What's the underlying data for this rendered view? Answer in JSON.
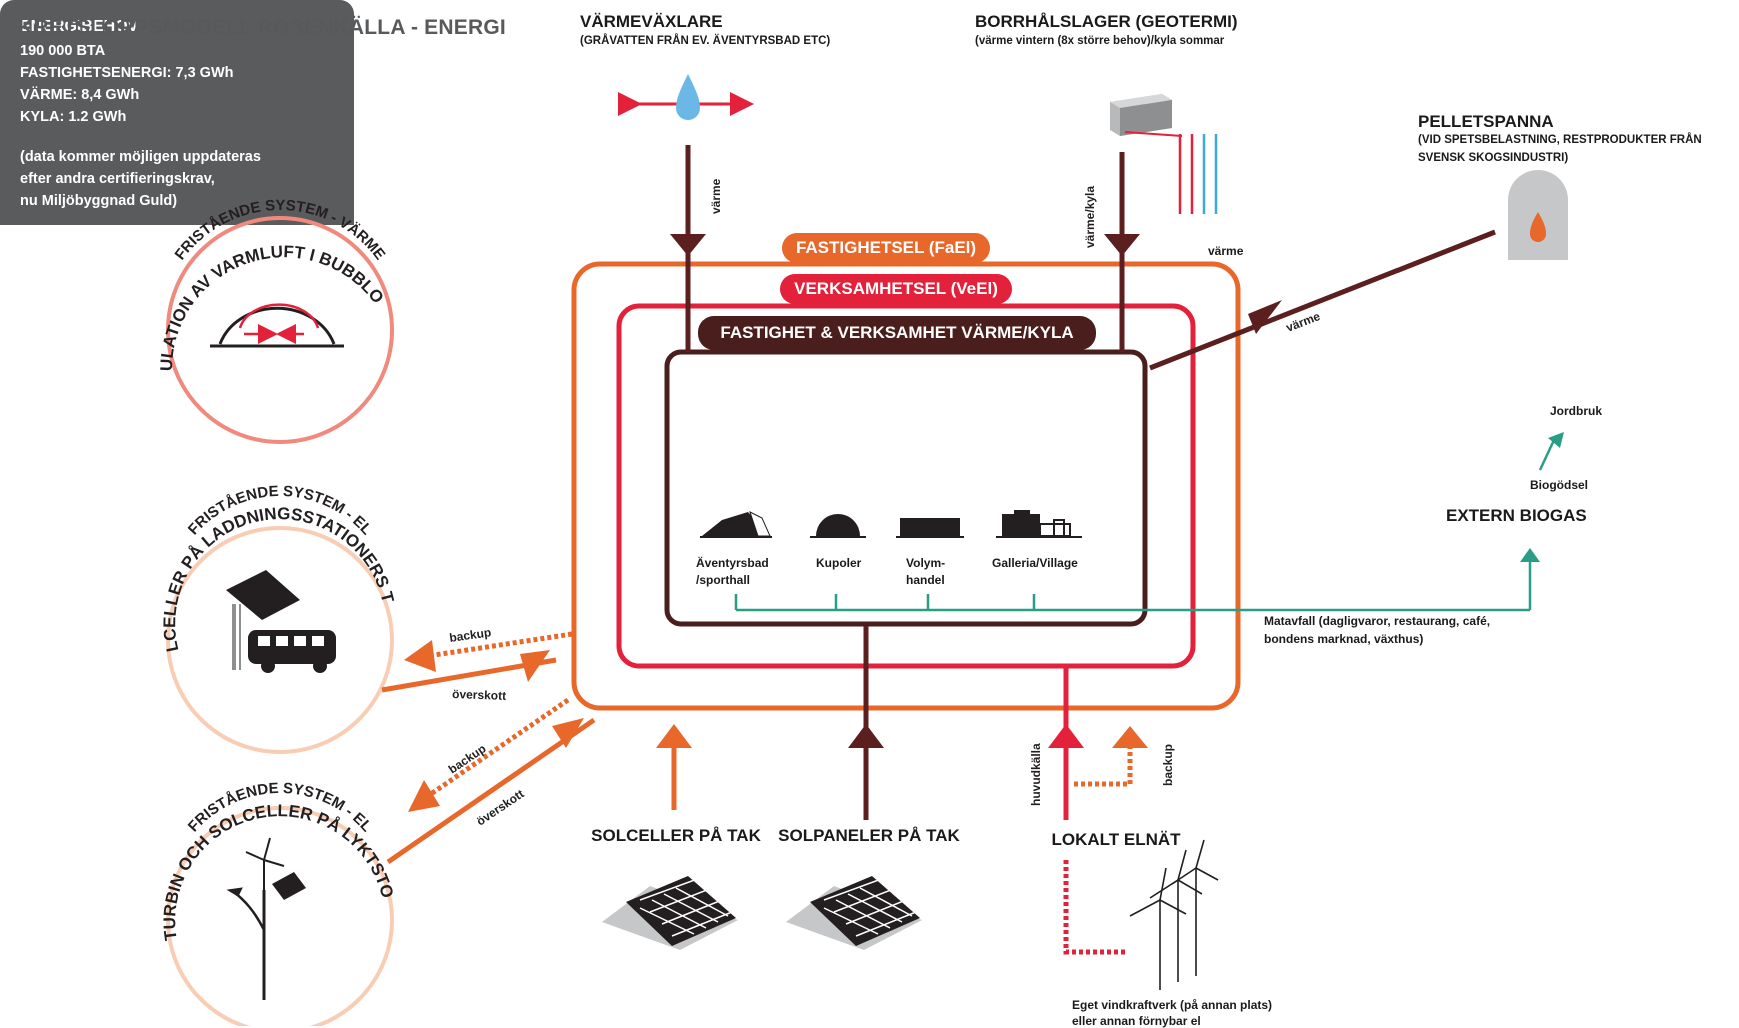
{
  "title": "KRETSLOPPSMODELL ROSENKÄLLA - ENERGI",
  "colors": {
    "fael_orange": "#e8672a",
    "veel_red": "#e3213b",
    "heat_brown": "#5a1f1e",
    "biogas_teal": "#2a9d86",
    "grey_box": "#5a5b5d",
    "circle_pink": "#f08a7e",
    "circle_peach": "#f9cdb4"
  },
  "sources": {
    "varmevaxlare": {
      "title": "VÄRMEVÄXLARE",
      "subtitle": "(GRÅVATTEN FRÅN EV. ÄVENTYRSBAD ETC)",
      "flow": "värme"
    },
    "borrhalslager": {
      "title": "BORRHÅLSLAGER (GEOTERMI)",
      "subtitle": "(värme vintern (8x större behov)/kyla sommar",
      "flow": "värme/kyla",
      "flow2": "värme"
    },
    "pelletspanna": {
      "title": "PELLETSPANNA",
      "subtitle_1": "(VID SPETSBELASTNING, RESTPRODUKTER FRÅN",
      "subtitle_2": "SVENSK SKOGSINDUSTRI)",
      "flow": "värme"
    }
  },
  "layers": {
    "fael": "FASTIGHETSEL (FaEl)",
    "veel": "VERKSAMHETSEL (VeEl)",
    "heat": "FASTIGHET & VERKSAMHET VÄRME/KYLA"
  },
  "buildings": [
    {
      "label_1": "Äventyrsbad",
      "label_2": "/sporthall",
      "icon": "adventure-bath-icon"
    },
    {
      "label_1": "Kupoler",
      "label_2": "",
      "icon": "dome-icon"
    },
    {
      "label_1": "Volym-",
      "label_2": "handel",
      "icon": "warehouse-icon"
    },
    {
      "label_1": "Galleria/Village",
      "label_2": "",
      "icon": "village-icon"
    }
  ],
  "biogas": {
    "title": "EXTERN BIOGAS",
    "fertilizer": "Biogödsel",
    "agriculture": "Jordbruk",
    "waste_1": "Matavfall (dagligvaror, restaurang, café,",
    "waste_2": "bondens marknad, växthus)"
  },
  "standalone": {
    "heat": {
      "arc_1": "FRISTÅENDE SYSTEM - VÄRME",
      "arc_2": "CIRKULATION AV VARMLUFT I BUBBLORNA"
    },
    "charging": {
      "arc_1": "FRISTÅENDE SYSTEM - EL",
      "arc_2": "SOLCELLER PÅ LADDNINGSSTATIONERS TAK",
      "backup": "backup",
      "surplus": "överskott"
    },
    "wind": {
      "arc_1": "FRISTÅENDE SYSTEM - EL",
      "arc_2": "VINDTURBIN OCH SOLCELLER PÅ LYKTSTOLPE",
      "backup": "backup",
      "surplus": "överskott"
    }
  },
  "bottom": {
    "solceller": "SOLCELLER PÅ TAK",
    "solpaneler": "SOLPANELER PÅ TAK",
    "elnat": "LOKALT ELNÄT",
    "main_source": "huvudkälla",
    "backup": "backup",
    "wind_note_1": "Eget vindkraftverk (på annan plats)",
    "wind_note_2": "eller annan förnybar el"
  },
  "energy": {
    "title": "ENERGIBEHOV",
    "lines": [
      "190 000 BTA",
      "FASTIGHETSENERGI: 7,3 GWh",
      "VÄRME: 8,4 GWh",
      "KYLA: 1.2 GWh"
    ],
    "note_1": "(data kommer möjligen uppdateras",
    "note_2": "efter andra certifieringskrav,",
    "note_3": "nu Miljöbyggnad Guld)"
  }
}
